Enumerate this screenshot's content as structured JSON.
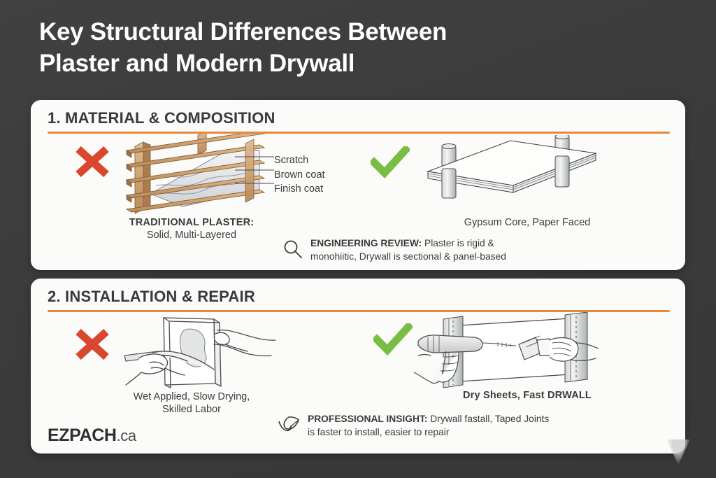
{
  "theme": {
    "background": "#3d3d3d",
    "card_background": "#fbfbf9",
    "accent_orange": "#e8883c",
    "cross_red": "#d9472f",
    "check_green": "#79bd42",
    "text_dark": "#3b3b3b",
    "title_white": "#ffffff"
  },
  "title": {
    "line1": "Key Structural Differences Between",
    "line2": "Plaster and Modern Drywall"
  },
  "cards": [
    {
      "heading": "1. MATERIAL & COMPOSITION",
      "left": {
        "mark": "cross-icon",
        "figure": "lath-and-plaster-wall-diagram",
        "diagram_labels": [
          "Scratch",
          "Brown coat",
          "Finish coat"
        ],
        "caption_strong": "TRADITIONAL PLASTER:",
        "caption_normal": "Solid, Multi-Layered"
      },
      "right": {
        "mark": "check-icon",
        "figure": "drywall-panel-on-studs-diagram",
        "caption_normal": "Gypsum Core, Paper Faced"
      },
      "note": {
        "icon": "magnifier-icon",
        "label": "ENGINEERING REVIEW:",
        "body_line1": " Plaster is rigid &",
        "body_line2": "monohiitic, Drywall is sectional & panel-based"
      }
    },
    {
      "heading": "2. INSTALLATION & REPAIR",
      "left": {
        "mark": "cross-icon",
        "figure": "hands-troweling-plaster-diagram",
        "caption_line1": "Wet Applied, Slow Drying,",
        "caption_line2": "Skilled Labor"
      },
      "right": {
        "mark": "check-icon",
        "figure": "drill-and-taping-knife-diagram",
        "caption_strong": "Dry Sheets, Fast DRWALL"
      },
      "note": {
        "icon": "leaf-icon",
        "label": "PROFESSIONAL INSIGHT:",
        "body_line1": " Drywall fastall, Taped Joints",
        "body_line2": "is faster to install, easier to repair"
      }
    }
  ],
  "logo": {
    "main": "EZPACH",
    "tld": ".ca"
  }
}
